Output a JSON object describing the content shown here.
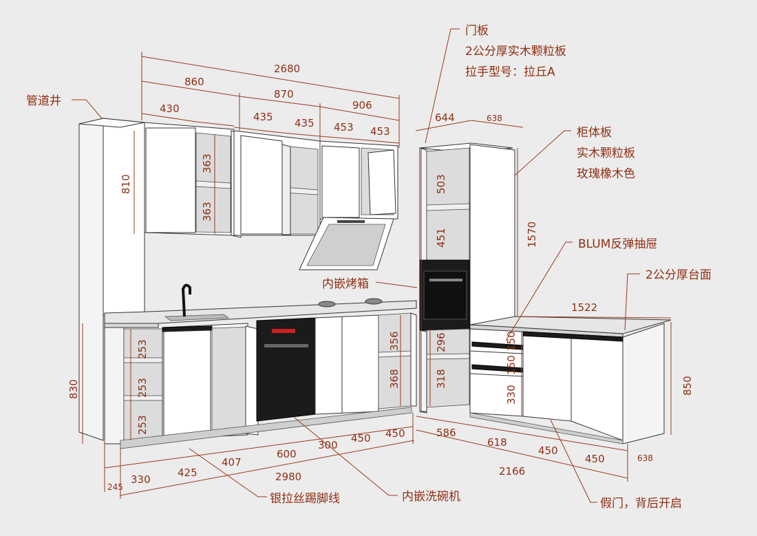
{
  "dims": {
    "upper_total": "2680",
    "upper_left": "860",
    "upper_mid": "870",
    "upper_right": "906",
    "u430": "430",
    "u435a": "435",
    "u435b": "435",
    "u453a": "453",
    "u453b": "453",
    "h810": "810",
    "h363a": "363",
    "h363b": "363",
    "tall_w644": "644",
    "tall_d638": "638",
    "h503": "503",
    "h451": "451",
    "h1570": "1570",
    "h296": "296",
    "h318": "318",
    "d150a": "150",
    "d150b": "150",
    "d330": "330",
    "right_w1522": "1522",
    "h850": "850",
    "h830": "830",
    "h253a": "253",
    "h253b": "253",
    "h253c": "253",
    "h356": "356",
    "h368": "368",
    "b245": "245",
    "b330": "330",
    "b425": "425",
    "b407": "407",
    "b600": "600",
    "b300": "300",
    "b450a": "450",
    "b450b": "450",
    "base_total": "2980",
    "r586": "586",
    "r618": "618",
    "r450a": "450",
    "r450b": "450",
    "r638": "638",
    "r_total": "2166"
  },
  "notes": {
    "pipe_shaft": "管道井",
    "door_panel_1": "门板",
    "door_panel_2": "2公分厚实木颗粒板",
    "door_panel_3": "拉手型号：拉丘A",
    "carcass_1": "柜体板",
    "carcass_2": "实木颗粒板",
    "carcass_3": "玫瑰橡木色",
    "blum": "BLUM反弹抽屉",
    "countertop": "2公分厚台面",
    "oven": "内嵌烤箱",
    "kick_line": "银拉丝踢脚线",
    "dishwasher": "内嵌洗碗机",
    "false_door": "假门，背后开启"
  },
  "colors": {
    "dimension": "#8e2f12",
    "background": "#ececec"
  }
}
